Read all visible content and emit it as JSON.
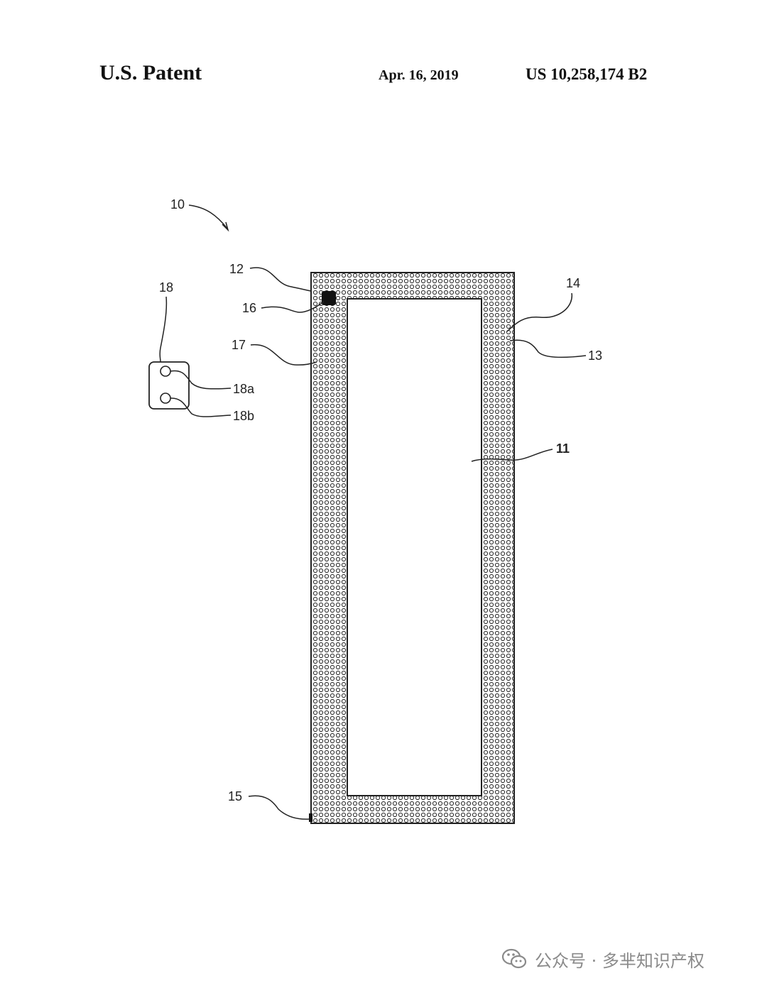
{
  "header": {
    "left": "U.S. Patent",
    "date": "Apr. 16, 2019",
    "number": "US 10,258,174 B2"
  },
  "references": {
    "r10": "10",
    "r11": "11",
    "r12": "12",
    "r13": "13",
    "r14": "14",
    "r15": "15",
    "r16": "16",
    "r17": "17",
    "r18": "18",
    "r18a": "18a",
    "r18b": "18b"
  },
  "watermark": {
    "text": "公众号 · 多芈知识产权",
    "icon": "wechat-icon"
  }
}
